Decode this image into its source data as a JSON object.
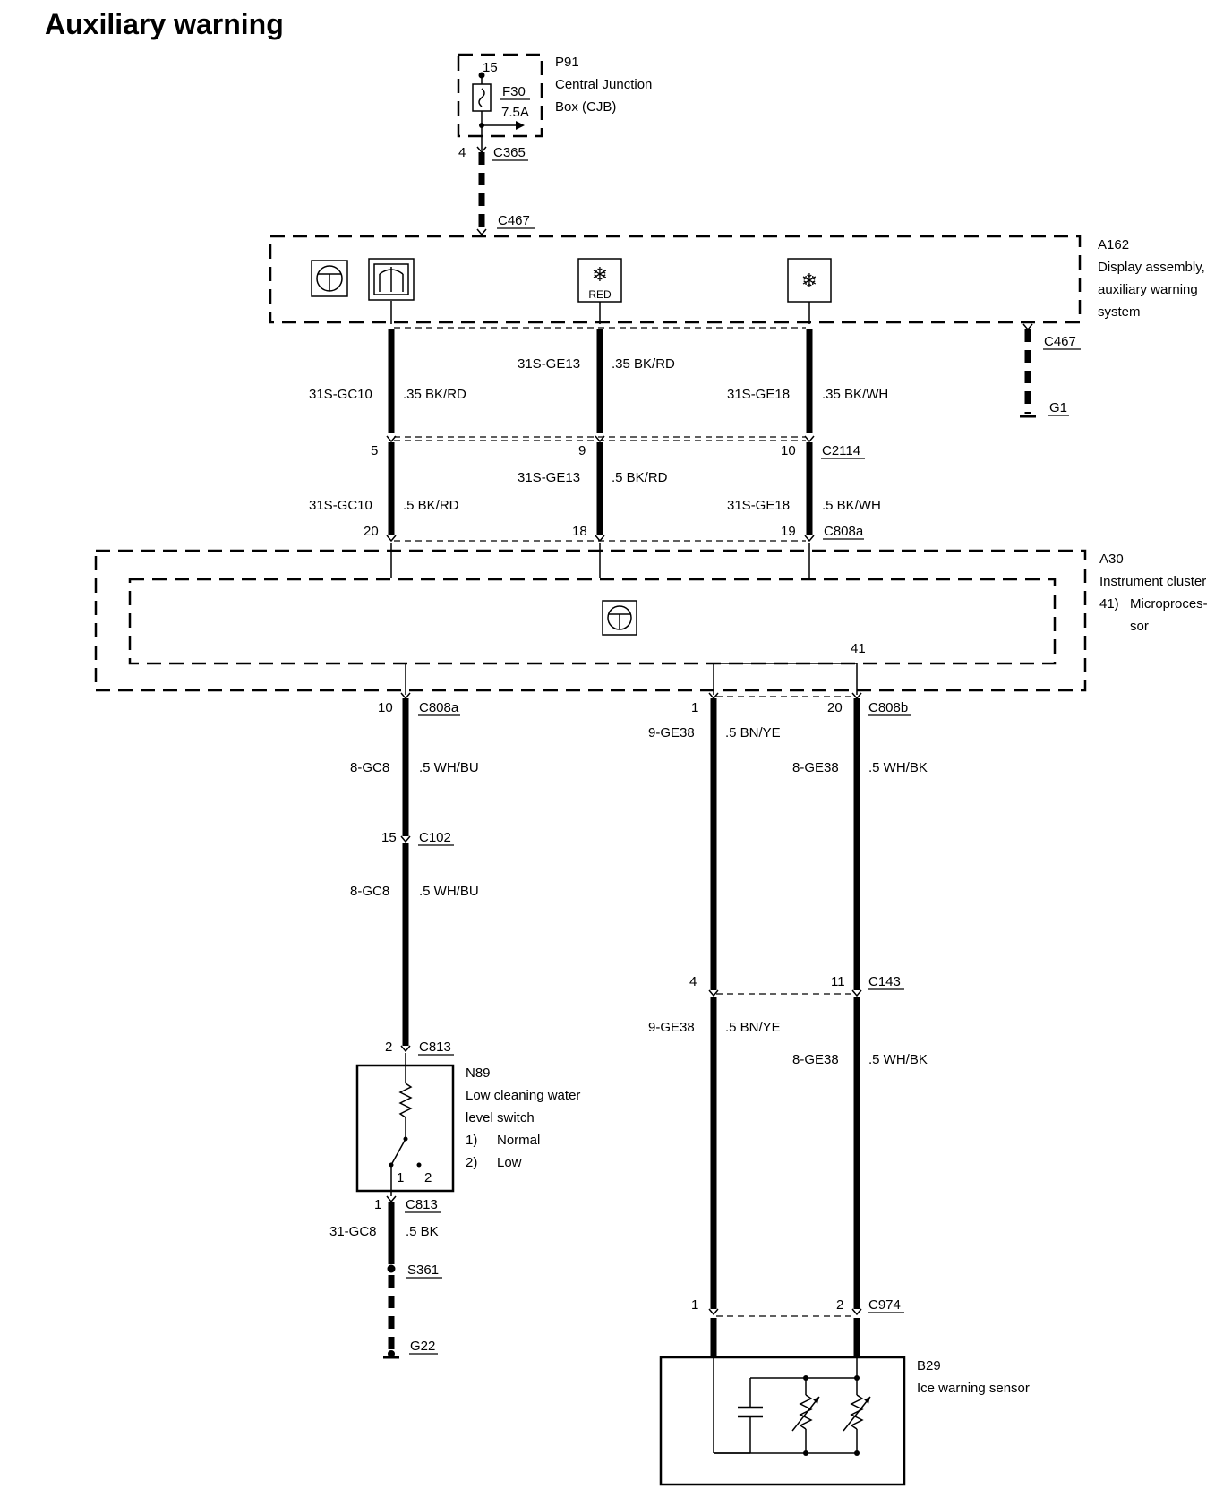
{
  "title": "Auxiliary warning",
  "p91": {
    "id": "P91",
    "name_line1": "Central Junction",
    "name_line2": "Box (CJB)",
    "fuse_pin": "15",
    "fuse_id": "F30",
    "fuse_rating": "7.5A",
    "pin": "4",
    "connector": "C365"
  },
  "a162": {
    "connector_top": "C467",
    "id": "A162",
    "desc1": "Display assembly,",
    "desc2": "auxiliary warning",
    "desc3": "system",
    "ground_connector": "C467",
    "ground": "G1",
    "red_label": "RED"
  },
  "wires_upper": [
    {
      "circuit": "31S-GC10",
      "gauge": ".35 BK/RD"
    },
    {
      "circuit": "31S-GE13",
      "gauge": ".35 BK/RD"
    },
    {
      "circuit": "31S-GE18",
      "gauge": ".35 BK/WH"
    }
  ],
  "c2114": {
    "connector": "C2114",
    "pins": [
      "5",
      "9",
      "10"
    ]
  },
  "wires_middle": [
    {
      "circuit": "31S-GC10",
      "gauge": ".5 BK/RD"
    },
    {
      "circuit": "31S-GE13",
      "gauge": ".5 BK/RD"
    },
    {
      "circuit": "31S-GE18",
      "gauge": ".5 BK/WH"
    }
  ],
  "c808a_top": {
    "connector": "C808a",
    "pins": [
      "20",
      "18",
      "19"
    ]
  },
  "a30": {
    "id": "A30",
    "desc1": "Instrument cluster",
    "note_num": "41)",
    "note1": "Microproces-",
    "note2": "sor",
    "pin41": "41"
  },
  "left_branch": {
    "pin_c808a": "10",
    "c808a": "C808a",
    "wire1_circuit": "8-GC8",
    "wire1_gauge": ".5 WH/BU",
    "pin_c102": "15",
    "c102": "C102",
    "wire2_circuit": "8-GC8",
    "wire2_gauge": ".5 WH/BU",
    "pin_c813_top": "2",
    "c813_top": "C813",
    "pin_c813_bottom": "1",
    "c813_bottom": "C813",
    "wire3_circuit": "31-GC8",
    "wire3_gauge": ".5 BK",
    "splice": "S361",
    "ground": "G22"
  },
  "n89": {
    "id": "N89",
    "desc1": "Low cleaning water",
    "desc2": "level switch",
    "n1": "1)",
    "l1": "Normal",
    "n2": "2)",
    "l2": "Low",
    "sw1": "1",
    "sw2": "2"
  },
  "right_branch": {
    "pin_a": "1",
    "pin_b": "20",
    "c808b": "C808b",
    "wireA_circuit": "9-GE38",
    "wireA_gauge": ".5 BN/YE",
    "wireB_circuit": "8-GE38",
    "wireB_gauge": ".5 WH/BK",
    "pin_c143_a": "4",
    "pin_c143_b": "11",
    "c143": "C143",
    "wireA2_circuit": "9-GE38",
    "wireA2_gauge": ".5 BN/YE",
    "wireB2_circuit": "8-GE38",
    "wireB2_gauge": ".5 WH/BK",
    "pin_c974_a": "1",
    "pin_c974_b": "2",
    "c974": "C974"
  },
  "b29": {
    "id": "B29",
    "desc1": "Ice warning sensor"
  }
}
